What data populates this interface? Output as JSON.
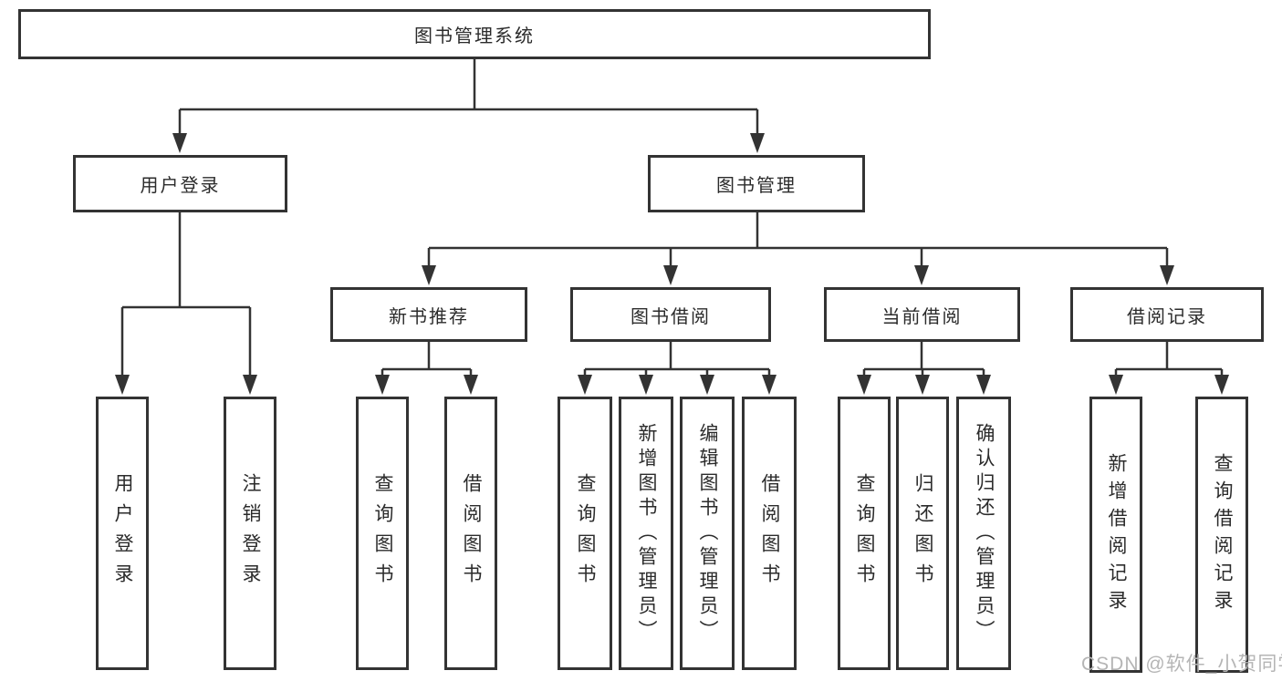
{
  "diagram": {
    "watermark": "CSDN @软件_小贺同学",
    "colors": {
      "line": "#333333",
      "text": "#2b2b2b",
      "background": "#ffffff",
      "watermark": "#b5b5b5"
    },
    "root": {
      "label": "图书管理系统"
    },
    "branches": [
      {
        "label": "用户登录",
        "children": [
          {
            "label": "用户登录"
          },
          {
            "label": "注销登录"
          }
        ]
      },
      {
        "label": "图书管理",
        "children": [
          {
            "label": "新书推荐",
            "children": [
              {
                "label": "查询图书"
              },
              {
                "label": "借阅图书"
              }
            ]
          },
          {
            "label": "图书借阅",
            "children": [
              {
                "label": "查询图书"
              },
              {
                "label": "新增图书（管理员）"
              },
              {
                "label": "编辑图书（管理员）"
              },
              {
                "label": "借阅图书"
              }
            ]
          },
          {
            "label": "当前借阅",
            "children": [
              {
                "label": "查询图书"
              },
              {
                "label": "归还图书"
              },
              {
                "label": "确认归还（管理员）"
              }
            ]
          },
          {
            "label": "借阅记录",
            "children": [
              {
                "label": "新增借阅记录"
              },
              {
                "label": "查询借阅记录"
              }
            ]
          }
        ]
      }
    ]
  }
}
